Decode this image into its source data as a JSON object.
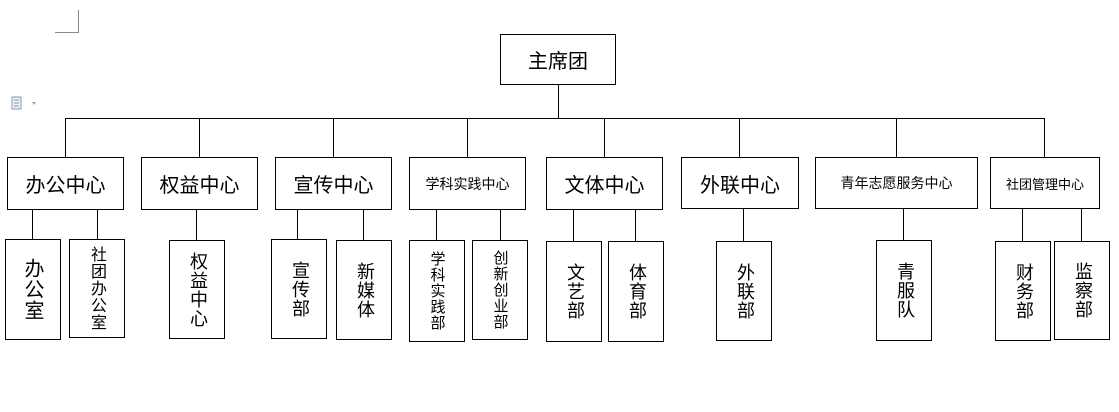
{
  "top": {
    "label": "主席团"
  },
  "centers": [
    {
      "label": "办公中心",
      "subs": [
        "办公室",
        "社团办公室"
      ]
    },
    {
      "label": "权益中心",
      "subs": [
        "权益中心"
      ]
    },
    {
      "label": "宣传中心",
      "subs": [
        "宣传部",
        "新媒体"
      ]
    },
    {
      "label": "学科实践中心",
      "subs": [
        "学科实践部",
        "创新创业部"
      ]
    },
    {
      "label": "文体中心",
      "subs": [
        "文艺部",
        "体育部"
      ]
    },
    {
      "label": "外联中心",
      "subs": [
        "外联部"
      ]
    },
    {
      "label": "青年志愿服务中心",
      "subs": [
        "青服队"
      ]
    },
    {
      "label": "社团管理中心",
      "subs": [
        "财务部",
        "监察部"
      ]
    }
  ],
  "icons": {
    "paste_options": "document-paste-icon"
  }
}
